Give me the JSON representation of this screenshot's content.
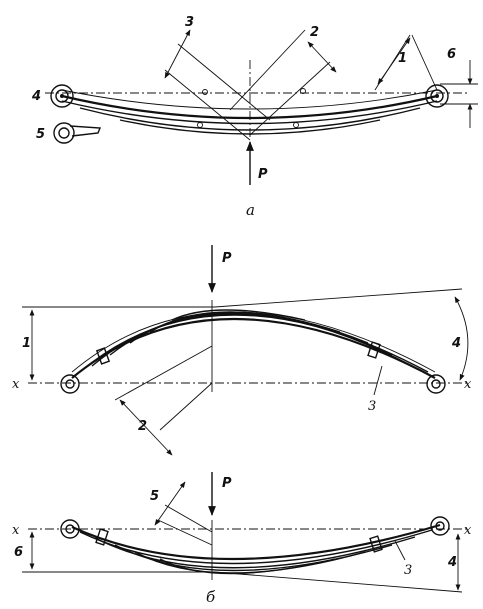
{
  "part_a": {
    "caption": "а",
    "force_label": "P",
    "labels": {
      "l1": "1",
      "l2": "2",
      "l3": "3",
      "l4": "4",
      "l5": "5",
      "l6": "6"
    }
  },
  "part_b": {
    "force_label": "P",
    "axis_left": "x",
    "axis_right": "x",
    "labels": {
      "l1": "1",
      "l2": "2",
      "l3": "3",
      "l4": "4"
    }
  },
  "part_c": {
    "caption": "б",
    "force_label": "P",
    "axis_left": "x",
    "axis_right": "x",
    "labels": {
      "l3": "3",
      "l4": "4",
      "l5": "5",
      "l6": "6"
    }
  }
}
